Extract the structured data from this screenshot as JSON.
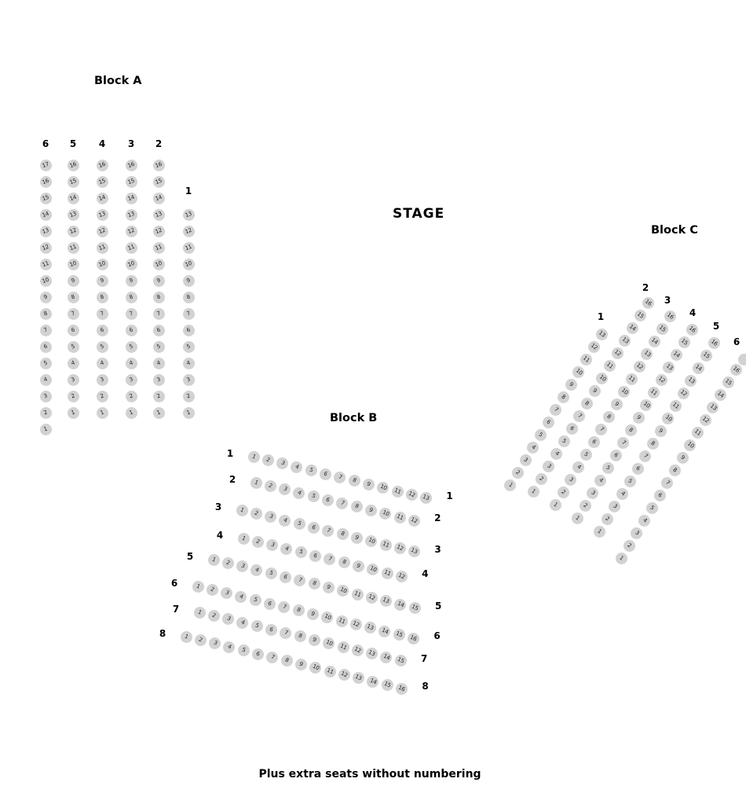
{
  "stage": {
    "label": "STAGE"
  },
  "footer": {
    "note": "Plus extra seats without numbering"
  },
  "colors": {
    "seat_fill": "#d2d2d2",
    "seat_number": "#1f1f1f",
    "text": "#000000"
  },
  "blocks": {
    "a": {
      "name": "Block A",
      "columns": [
        {
          "label": "6",
          "seats": [
            17,
            16,
            15,
            14,
            13,
            12,
            11,
            10,
            9,
            8,
            7,
            6,
            5,
            4,
            3,
            2,
            1
          ]
        },
        {
          "label": "5",
          "seats": [
            16,
            15,
            14,
            13,
            12,
            11,
            10,
            9,
            8,
            7,
            6,
            5,
            4,
            3,
            2,
            1
          ]
        },
        {
          "label": "4",
          "seats": [
            16,
            15,
            14,
            13,
            12,
            11,
            10,
            9,
            8,
            7,
            6,
            5,
            4,
            3,
            2,
            1
          ]
        },
        {
          "label": "3",
          "seats": [
            16,
            15,
            14,
            13,
            12,
            11,
            10,
            9,
            8,
            7,
            6,
            5,
            4,
            3,
            2,
            1
          ]
        },
        {
          "label": "2",
          "seats": [
            16,
            15,
            14,
            13,
            12,
            11,
            10,
            9,
            8,
            7,
            6,
            5,
            4,
            3,
            2,
            1
          ]
        },
        {
          "label": "1",
          "seats": [
            13,
            12,
            11,
            10,
            9,
            8,
            7,
            6,
            5,
            4,
            3,
            2,
            1
          ]
        }
      ]
    },
    "b": {
      "name": "Block B",
      "rows": [
        {
          "label": "1",
          "seats": [
            1,
            2,
            3,
            4,
            5,
            6,
            7,
            8,
            9,
            10,
            11,
            12,
            13
          ]
        },
        {
          "label": "2",
          "seats": [
            1,
            2,
            3,
            4,
            5,
            6,
            7,
            8,
            9,
            10,
            11,
            12
          ]
        },
        {
          "label": "3",
          "seats": [
            1,
            2,
            3,
            4,
            5,
            6,
            7,
            8,
            9,
            10,
            11,
            12,
            13
          ]
        },
        {
          "label": "4",
          "seats": [
            1,
            2,
            3,
            4,
            5,
            6,
            7,
            8,
            9,
            10,
            11,
            12
          ]
        },
        {
          "label": "5",
          "seats": [
            1,
            2,
            3,
            4,
            5,
            6,
            7,
            8,
            9,
            10,
            11,
            12,
            13,
            14,
            15
          ]
        },
        {
          "label": "6",
          "seats": [
            1,
            2,
            3,
            4,
            5,
            6,
            7,
            8,
            9,
            10,
            11,
            12,
            13,
            14,
            15,
            16
          ]
        },
        {
          "label": "7",
          "seats": [
            1,
            2,
            3,
            4,
            5,
            6,
            7,
            8,
            9,
            10,
            11,
            12,
            13,
            14,
            15
          ]
        },
        {
          "label": "8",
          "seats": [
            1,
            2,
            3,
            4,
            5,
            6,
            7,
            8,
            9,
            10,
            11,
            12,
            13,
            14,
            15,
            16
          ]
        }
      ]
    },
    "c": {
      "name": "Block C",
      "columns": [
        {
          "label": "1",
          "seats": [
            13,
            12,
            11,
            10,
            9,
            8,
            7,
            6,
            5,
            4,
            3,
            2,
            1
          ]
        },
        {
          "label": "2",
          "seats": [
            16,
            15,
            14,
            13,
            12,
            11,
            10,
            9,
            8,
            7,
            6,
            5,
            4,
            3,
            2,
            1
          ]
        },
        {
          "label": "3",
          "seats": [
            16,
            15,
            14,
            13,
            12,
            11,
            10,
            9,
            8,
            7,
            6,
            5,
            4,
            3,
            2,
            1
          ]
        },
        {
          "label": "4",
          "seats": [
            16,
            15,
            14,
            13,
            12,
            11,
            10,
            9,
            8,
            7,
            6,
            5,
            4,
            3,
            2,
            1
          ]
        },
        {
          "label": "5",
          "seats": [
            16,
            15,
            14,
            13,
            12,
            11,
            10,
            9,
            8,
            7,
            6,
            5,
            4,
            3,
            2,
            1
          ]
        },
        {
          "label": "6",
          "seats": [
            16,
            15,
            14,
            13,
            12,
            11,
            10,
            9,
            8,
            7,
            6,
            5,
            4,
            3,
            2,
            1
          ],
          "unnumbered_extra": 1
        }
      ]
    }
  }
}
